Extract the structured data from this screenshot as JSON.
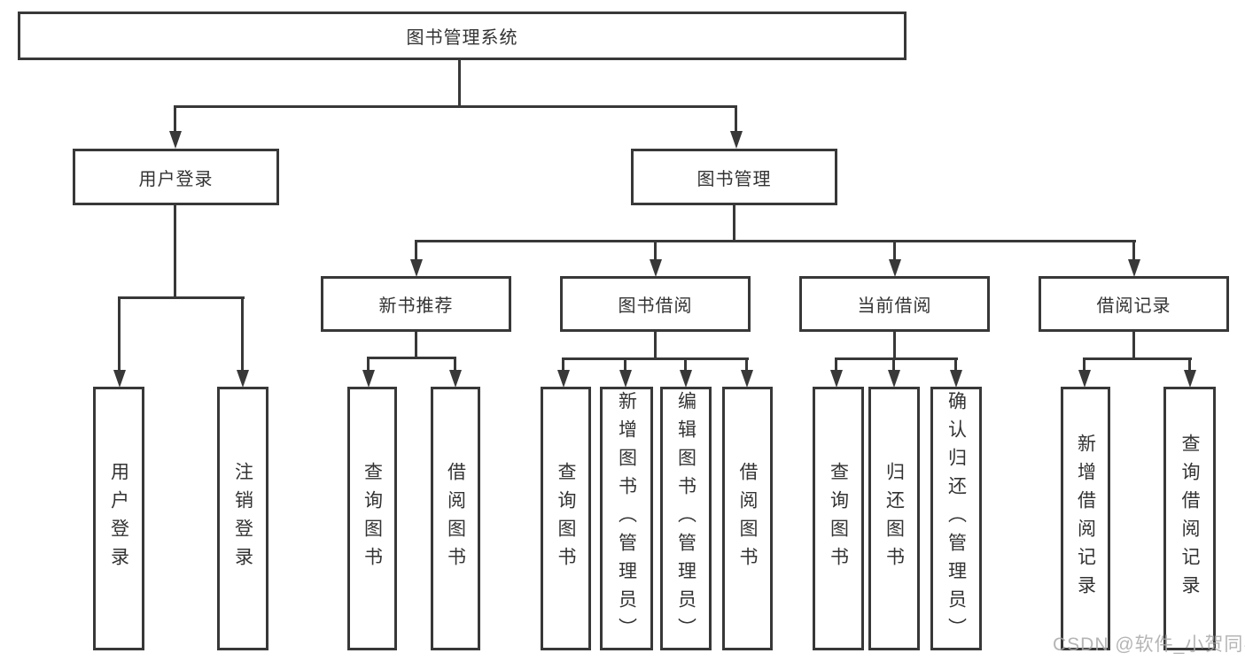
{
  "diagram": {
    "root": {
      "label": "图书管理系统"
    },
    "branches": [
      {
        "label": "用户登录",
        "children": [
          "用户登录",
          "注销登录"
        ]
      },
      {
        "label": "图书管理",
        "children": [
          {
            "label": "新书推荐",
            "children": [
              "查询图书",
              "借阅图书"
            ]
          },
          {
            "label": "图书借阅",
            "children": [
              "查询图书",
              "新增图书（管理员）",
              "编辑图书（管理员）",
              "借阅图书"
            ]
          },
          {
            "label": "当前借阅",
            "children": [
              "查询图书",
              "归还图书",
              "确认归还（管理员）"
            ]
          },
          {
            "label": "借阅记录",
            "children": [
              "新增借阅记录",
              "查询借阅记录"
            ]
          }
        ]
      }
    ]
  },
  "watermark": {
    "text": "CSDN @软件_小贺同学"
  },
  "colors": {
    "line": "#383838",
    "text": "#333333",
    "background": "#ffffff",
    "watermark": "#a8a8a8"
  }
}
